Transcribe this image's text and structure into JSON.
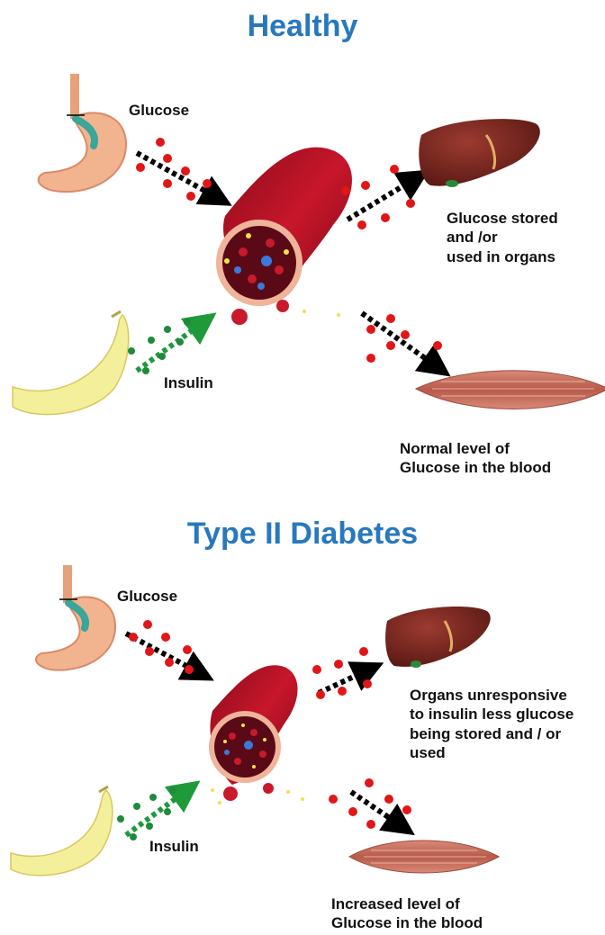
{
  "healthy": {
    "title": "Healthy",
    "glucose_label": "Glucose",
    "insulin_label": "Insulin",
    "organs_text": [
      "Glucose stored",
      "and /or",
      "used in organs"
    ],
    "blood_text": [
      "Normal level of",
      "Glucose in the blood"
    ]
  },
  "diabetes": {
    "title": "Type II Diabetes",
    "glucose_label": "Glucose",
    "insulin_label": "Insulin",
    "organs_text": [
      "Organs unresponsive",
      "to insulin less glucose",
      "being stored and / or",
      "used"
    ],
    "blood_text": [
      "Increased level of",
      "Glucose in the blood"
    ]
  },
  "colors": {
    "title": "#2878be",
    "glucose_dot": "#e11616",
    "insulin_dot": "#1e8a3a",
    "vessel": "#b01225",
    "liver": "#7a2a22",
    "muscle": "#c46a5a",
    "stomach": "#f2b48e",
    "pancreas": "#f4ef9a"
  },
  "icons": [
    "stomach-icon",
    "pancreas-icon",
    "blood-vessel-icon",
    "liver-icon",
    "muscle-icon"
  ]
}
